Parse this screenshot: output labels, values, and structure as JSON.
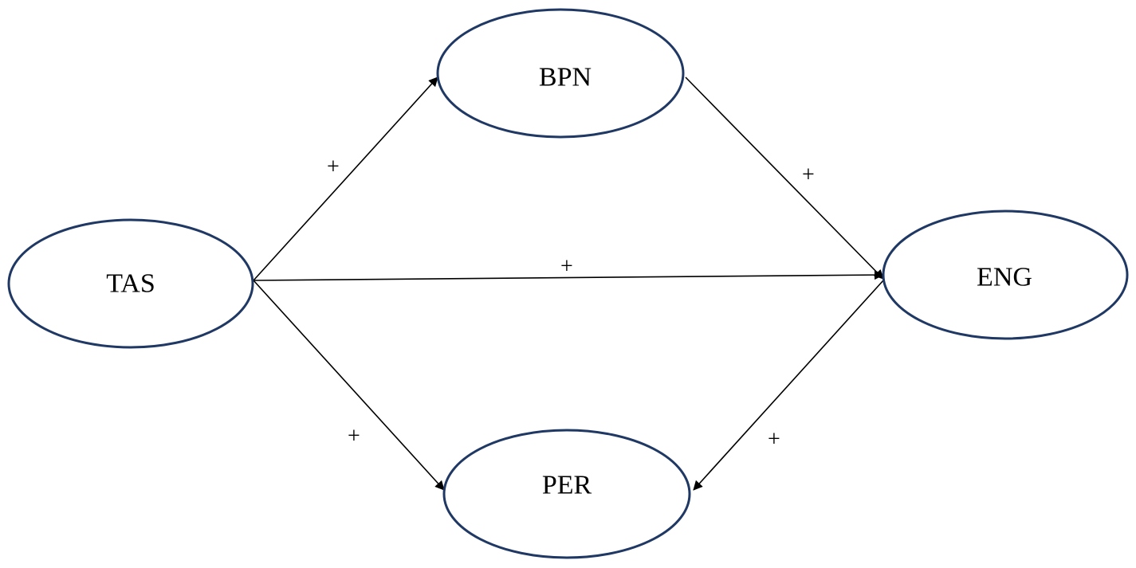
{
  "diagram": {
    "nodes": {
      "tas": "TAS",
      "bpn": "BPN",
      "eng": "ENG",
      "per": "PER"
    },
    "edges": {
      "tas_bpn": "+",
      "bpn_eng": "+",
      "tas_eng": "+",
      "tas_per": "+",
      "eng_per": "+"
    }
  },
  "colors": {
    "node_border": "#1f3864",
    "edge": "#000000"
  }
}
